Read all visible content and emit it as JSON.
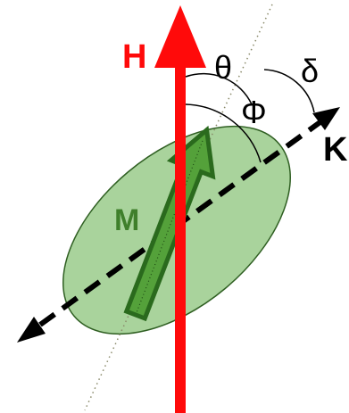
{
  "labels": {
    "field": "H",
    "magnetization": "M",
    "anisotropy_axis": "K",
    "angle_theta": "θ",
    "angle_phi": "Φ",
    "angle_delta": "δ"
  },
  "colors": {
    "field_arrow": "#ff0a0a",
    "ellipse_fill": "#a9d39c",
    "ellipse_stroke": "#2f5f22",
    "magnetization_arrow_fill": "#54a13a",
    "magnetization_arrow_stroke": "#2a6a1d",
    "axis_line": "#000000",
    "dotted_line": "#8a8a6a"
  }
}
